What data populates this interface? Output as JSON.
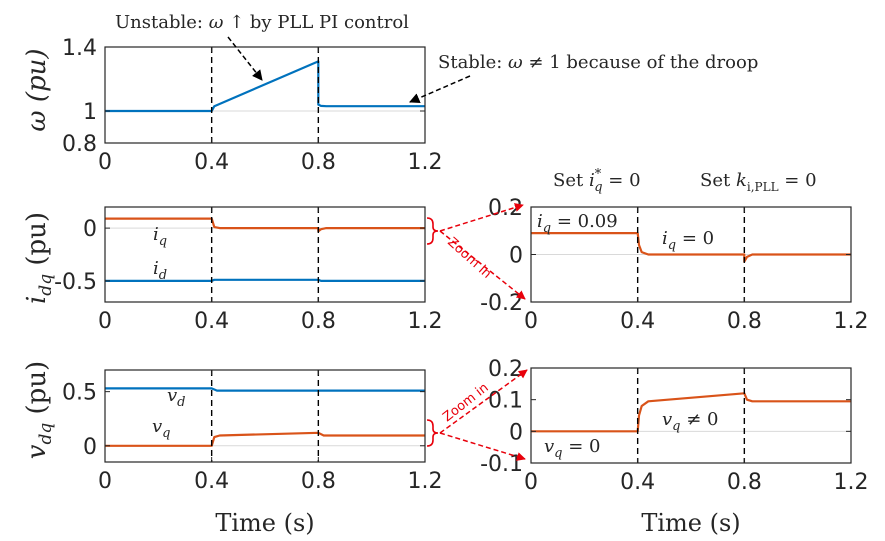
{
  "colors": {
    "blue": "#0072BD",
    "orange": "#D95319",
    "red": "#E8000B",
    "grid": "#d9d9d9",
    "axis": "#262626"
  },
  "chart_data": [
    {
      "id": "omega",
      "type": "line",
      "ylabel": "ω (pu)",
      "xlim": [
        0,
        1.2
      ],
      "ylim": [
        0.8,
        1.4
      ],
      "xticks": [
        "0",
        "0.4",
        "0.8",
        "1.2"
      ],
      "yticks": [
        "0.8",
        "1",
        "1.4"
      ],
      "series": [
        {
          "color": "blue",
          "x": [
            0,
            0.4,
            0.41,
            0.8,
            0.8,
            0.81,
            0.83,
            0.9,
            1.2
          ],
          "y": [
            1.0,
            1.0,
            1.03,
            1.31,
            1.04,
            1.032,
            1.03,
            1.03,
            1.03
          ]
        }
      ]
    },
    {
      "id": "idq",
      "type": "line",
      "ylabel": "i_dq (pu)",
      "xlim": [
        0,
        1.2
      ],
      "ylim": [
        -0.7,
        0.2
      ],
      "xticks": [
        "0",
        "0.4",
        "0.8",
        "1.2"
      ],
      "yticks": [
        "0",
        "-0.5"
      ],
      "series": [
        {
          "name": "i_q",
          "color": "orange",
          "x": [
            0,
            0.4,
            0.41,
            0.43,
            0.8,
            0.8,
            0.81,
            0.83,
            1.2
          ],
          "y": [
            0.09,
            0.09,
            0.01,
            0.0,
            0.0,
            -0.03,
            -0.01,
            0.0,
            0.0
          ]
        },
        {
          "name": "i_d",
          "color": "blue",
          "x": [
            0,
            0.4,
            0.41,
            0.8,
            0.81,
            1.2
          ],
          "y": [
            -0.5,
            -0.5,
            -0.49,
            -0.49,
            -0.5,
            -0.5
          ]
        }
      ]
    },
    {
      "id": "vdq",
      "type": "line",
      "ylabel": "v_dq (pu)",
      "xlim": [
        0,
        1.2
      ],
      "ylim": [
        -0.15,
        0.7
      ],
      "xticks": [
        "0",
        "0.4",
        "0.8",
        "1.2"
      ],
      "yticks": [
        "0",
        "0.5"
      ],
      "xlabel": "Time (s)",
      "series": [
        {
          "name": "v_d",
          "color": "blue",
          "x": [
            0,
            0.4,
            0.42,
            0.8,
            0.81,
            1.2
          ],
          "y": [
            0.53,
            0.53,
            0.51,
            0.51,
            0.51,
            0.51
          ]
        },
        {
          "name": "v_q",
          "color": "orange",
          "x": [
            0,
            0.4,
            0.41,
            0.43,
            0.8,
            0.8,
            0.82,
            1.2
          ],
          "y": [
            0.0,
            0.0,
            0.08,
            0.095,
            0.12,
            0.12,
            0.095,
            0.095
          ]
        }
      ]
    },
    {
      "id": "iq_zoom",
      "type": "line",
      "xlim": [
        0,
        1.2
      ],
      "ylim": [
        -0.2,
        0.2
      ],
      "xticks": [
        "0",
        "0.4",
        "0.8",
        "1.2"
      ],
      "yticks": [
        "0.2",
        "0",
        "-0.2"
      ],
      "series": [
        {
          "color": "orange",
          "x": [
            0,
            0.4,
            0.405,
            0.415,
            0.44,
            0.8,
            0.8,
            0.81,
            0.83,
            1.2
          ],
          "y": [
            0.09,
            0.09,
            0.04,
            0.01,
            0.0,
            0.0,
            -0.03,
            -0.01,
            0.0,
            0.0
          ]
        }
      ]
    },
    {
      "id": "vq_zoom",
      "type": "line",
      "xlim": [
        0,
        1.2
      ],
      "ylim": [
        -0.1,
        0.2
      ],
      "xticks": [
        "0",
        "0.4",
        "0.8",
        "1.2"
      ],
      "yticks": [
        "0.2",
        "0.1",
        "0",
        "-0.1"
      ],
      "xlabel": "Time (s)",
      "series": [
        {
          "color": "orange",
          "x": [
            0,
            0.4,
            0.405,
            0.415,
            0.44,
            0.8,
            0.8,
            0.81,
            0.83,
            1.2
          ],
          "y": [
            0.0,
            0.0,
            0.05,
            0.08,
            0.095,
            0.12,
            0.12,
            0.1,
            0.095,
            0.095
          ]
        }
      ]
    }
  ],
  "annotations": {
    "unstable": {
      "prefix": "Unstable: ",
      "omega": "ω",
      "rest": " ↑ by PLL PI control"
    },
    "stable": {
      "prefix": "Stable: ",
      "omega": "ω",
      "rest": " ≠ 1 because of the droop"
    },
    "set_iq": {
      "prefix": "Set ",
      "var": "i",
      "sub": "q",
      "sup": "*",
      "rest": " = 0"
    },
    "set_ki": {
      "prefix": "Set ",
      "var": "k",
      "sub": "i,PLL",
      "rest": " = 0"
    },
    "iq_label": {
      "var": "i",
      "sub": "q"
    },
    "id_label": {
      "var": "i",
      "sub": "d"
    },
    "vd_label": {
      "var": "v",
      "sub": "d"
    },
    "vq_label": {
      "var": "v",
      "sub": "q"
    },
    "iq_009": {
      "var": "i",
      "sub": "q",
      "rest": " = 0.09"
    },
    "iq_0": {
      "var": "i",
      "sub": "q",
      "rest": " = 0"
    },
    "vq_0": {
      "var": "v",
      "sub": "q",
      "rest": " = 0"
    },
    "vq_ne0": {
      "var": "v",
      "sub": "q",
      "rest": " ≠ 0"
    },
    "zoom_in": "Zoom in"
  }
}
